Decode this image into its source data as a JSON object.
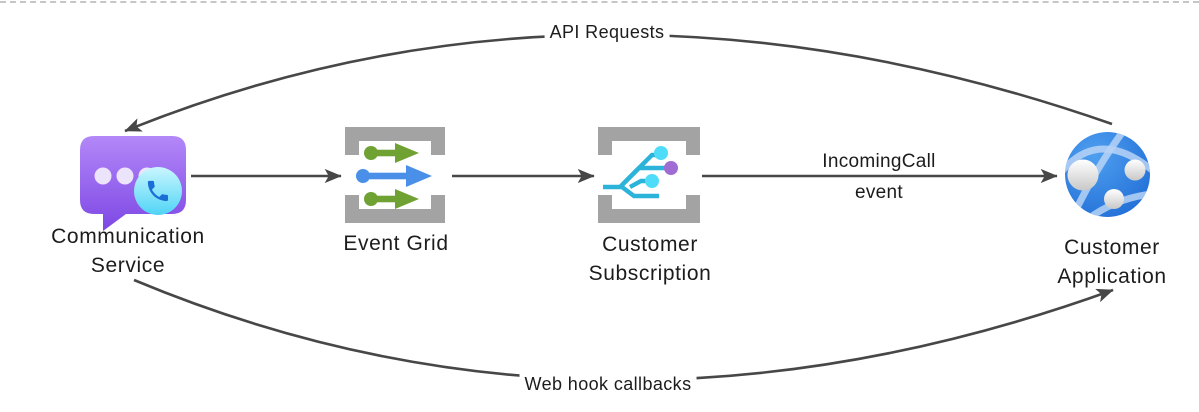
{
  "nodes": {
    "communication_service": {
      "line1": "Communication",
      "line2": "Service"
    },
    "event_grid": {
      "line1": "Event Grid"
    },
    "customer_subscription": {
      "line1": "Customer",
      "line2": "Subscription"
    },
    "customer_application": {
      "line1": "Customer",
      "line2": "Application"
    }
  },
  "edges": {
    "api_requests": {
      "label": "API Requests",
      "from": "Customer Application",
      "to": "Communication Service",
      "style": "curved-top"
    },
    "web_hook_callbacks": {
      "label": "Web hook callbacks",
      "from": "Communication Service",
      "to": "Customer Application",
      "style": "curved-bottom"
    },
    "incoming_call_event": {
      "line1": "IncomingCall",
      "line2": "event",
      "from": "Customer Subscription",
      "to": "Customer Application",
      "style": "straight"
    },
    "cs_to_event_grid": {
      "label": "",
      "from": "Communication Service",
      "to": "Event Grid",
      "style": "straight"
    },
    "event_grid_to_subscription": {
      "label": "",
      "from": "Event Grid",
      "to": "Customer Subscription",
      "style": "straight"
    }
  },
  "icons": {
    "communication_service": "chat-bubble-with-phone-icon",
    "event_grid": "event-grid-arrows-icon",
    "customer_subscription": "event-subscription-branch-icon",
    "customer_application": "globe-network-icon"
  },
  "colors": {
    "arrow": "#474747",
    "label_text": "#1c1c1c",
    "bracket_gray": "#a3a3a3",
    "event_grid_green": "#6fa232",
    "event_grid_blue": "#4a90e8",
    "subscription_cyan": "#2bb3d9",
    "subscription_dot_cyan": "#4fdcf8",
    "subscription_dot_purple": "#a06bd2",
    "bubble_purple_top": "#b388f8",
    "bubble_purple_bottom": "#7d47e4",
    "phone_circle_top": "#c9f6fe",
    "phone_circle_bottom": "#50d4f6",
    "phone_handset_blue": "#1b6ed5",
    "bubble_dot": "#ece4fb",
    "globe_blue_light": "#4f9ff0",
    "globe_blue_dark": "#1a67d2",
    "globe_arc": "#b7d4f6",
    "dashed_border": "#c6c6c6",
    "canvas_bg": "#ffffff"
  }
}
